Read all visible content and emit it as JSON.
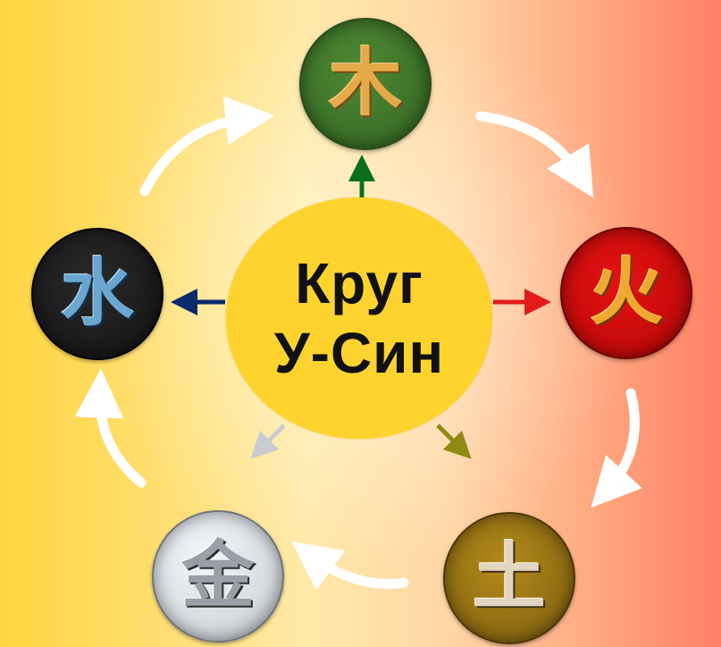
{
  "title": {
    "line1": "Круг",
    "line2": "У-Син"
  },
  "elements": [
    {
      "id": "wood",
      "glyph": "木",
      "color": "#3d7229"
    },
    {
      "id": "fire",
      "glyph": "火",
      "color": "#c40a0a"
    },
    {
      "id": "earth",
      "glyph": "土",
      "color": "#8f6c12"
    },
    {
      "id": "metal",
      "glyph": "金",
      "color": "#d6dbe0"
    },
    {
      "id": "water",
      "glyph": "水",
      "color": "#1a1a1a"
    }
  ],
  "colors": {
    "arrow_wood": "#0b6e1e",
    "arrow_fire": "#e21b1b",
    "arrow_earth": "#8f8a12",
    "arrow_metal": "#c8ccd2",
    "arrow_water": "#0a2a6e",
    "cycle_arrow": "#ffffff"
  }
}
